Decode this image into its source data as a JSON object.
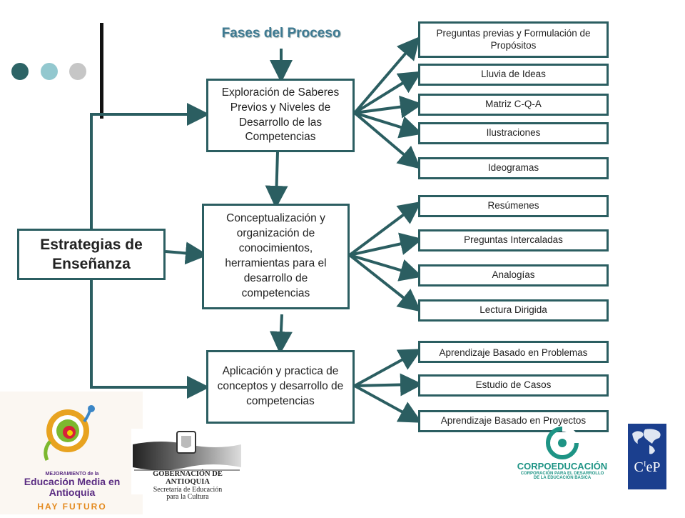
{
  "title": "Fases del Proceso",
  "main": "Estrategias de Enseñanza",
  "phases": [
    "Exploración de Saberes Previos y Niveles de Desarrollo de las Competencias",
    "Conceptualización y organización de conocimientos, herramientas para el desarrollo de competencias",
    "Aplicación y practica de conceptos y desarrollo de competencias"
  ],
  "group1": [
    "Preguntas previas y Formulación de Propósitos",
    "Lluvia de Ideas",
    "Matriz C-Q-A",
    "Ilustraciones",
    "Ideogramas"
  ],
  "group2": [
    "Resúmenes",
    "Preguntas Intercaladas",
    "Analogías",
    "Lectura Dirigida"
  ],
  "group3": [
    "Aprendizaje Basado en Problemas",
    "Estudio de Casos",
    "Aprendizaje Basado en Proyectos"
  ],
  "logos": {
    "antioquia_media": "MEJORAMIENTO de la Educación Media en Antioquia HAY FUTURO",
    "gobernacion": "GOBERNACIÓN DE ANTIOQUIA Secretaría de Educación para la Cultura",
    "corpoeducacion": "CORPOEDUCACIÓN CORPORACIÓN PARA EL DESARROLLO DE LA EDUCACIÓN BÁSICA",
    "ciep": "CIeP"
  },
  "colors": {
    "connector": "#2b5e61",
    "title": "#3e7a92",
    "dot1": "#2d6466",
    "dot2": "#93c8cf",
    "dot3": "#c6c6c6"
  }
}
